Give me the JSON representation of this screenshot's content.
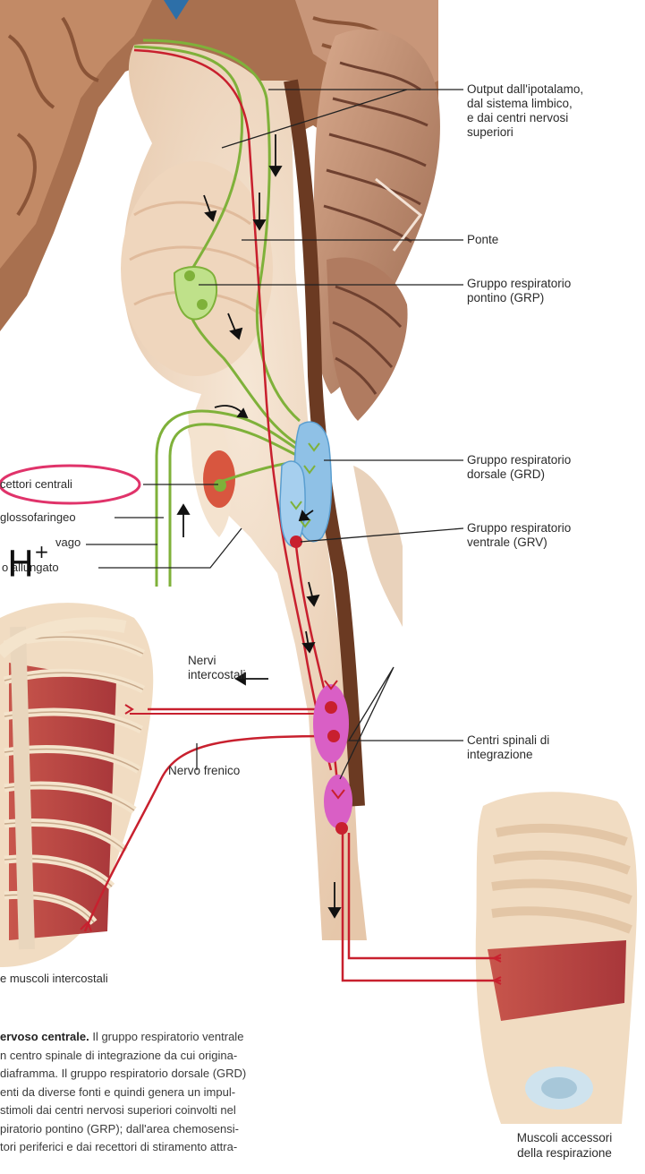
{
  "labels": {
    "output_hypothalamus": "Output dall'ipotalamo,\ndal sistema limbico,\ne dai centri nervosi\nsuperiori",
    "ponte": "Ponte",
    "grp": "Gruppo respiratorio\npontino (GRP)",
    "grd": "Gruppo respiratorio\ndorsale (GRD)",
    "grv": "Gruppo respiratorio\nventrale (GRV)",
    "centri_spinali": "Centri spinali di\nintegrazione",
    "nervi_intercostali": "Nervi\nintercostali",
    "nervo_frenico": "Nervo frenico",
    "chemocettori_centrali": "cettori centrali",
    "glossofaringeo": "glossofaringeo",
    "vago": "vago",
    "midollo_allungato": "o allungato",
    "h_plus": "H",
    "h_plus_sign": "+",
    "muscoli_intercostali": "e muscoli intercostali",
    "muscoli_accessori": "Muscoli accessori\ndella respirazione"
  },
  "caption": {
    "bold_start": "ervoso centrale.",
    "line1_rest": " Il gruppo respiratorio ventrale",
    "line2": "n centro spinale di integrazione da cui origina-",
    "line3": "diaframma. Il gruppo respiratorio dorsale (GRD)",
    "line4": "enti da diverse fonti e quindi genera un impul-",
    "line5": "stimoli dai centri nervosi superiori coinvolti nel",
    "line6": "piratorio pontino (GRP); dall'area chemosensi-",
    "line7": "tori periferici e dai recettori di stiramento attra-"
  },
  "colors": {
    "motor_red": "#c8202e",
    "sensory_green": "#7fb13a",
    "grd_blue": "#8fc1e6",
    "spinal_magenta": "#d95fc5",
    "highlight_pink": "#e0336a",
    "tissue_beige": "#f1dfcb",
    "brain_brown": "#7a4a2d"
  }
}
